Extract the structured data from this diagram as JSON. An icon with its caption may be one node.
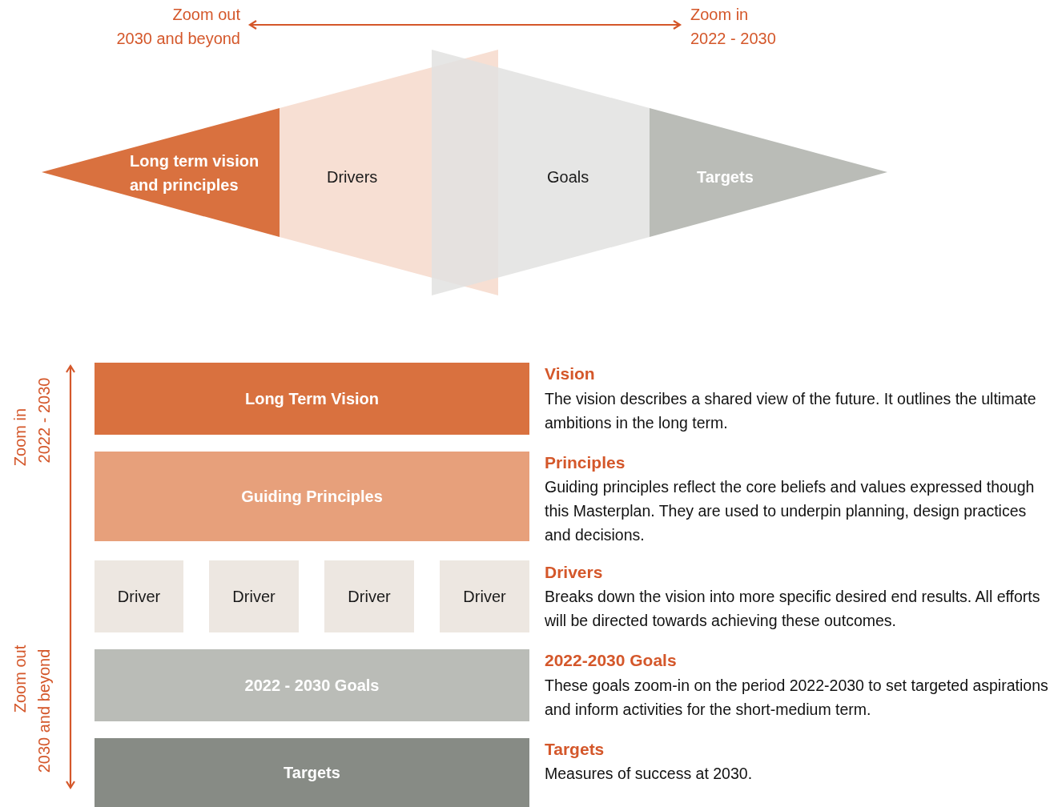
{
  "diagram": {
    "nodes": [
      {
        "text": [
          "Long term vision and principles"
        ]
      },
      {
        "text": [
          "Drivers"
        ]
      },
      {
        "text": [
          "Goals"
        ]
      },
      {
        "text": [
          "Targets"
        ]
      },
      {
        "text": [
          "Long Term Vision"
        ]
      },
      {
        "text": [
          "Guiding Principles"
        ]
      },
      {
        "text": [
          "Driver"
        ]
      },
      {
        "text": [
          "Driver"
        ]
      },
      {
        "text": [
          "Driver"
        ]
      },
      {
        "text": [
          "Driver"
        ]
      },
      {
        "text": [
          "2022 - 2030 Goals"
        ]
      },
      {
        "text": [
          "Targets"
        ]
      }
    ],
    "labels": [
      "Zoom out",
      "2030 and beyond",
      "Zoom in",
      "2022 - 2030",
      "Zoom in",
      "2022 - 2030",
      "Zoom out",
      "2030 and beyond",
      "Vision",
      "The vision describes a shared view of the future. It outlines the ultimate ambitions in the long term.",
      "Principles",
      "Guiding principles reflect the core beliefs and values expressed though this Masterplan. They are used to underpin planning, design practices and decisions.",
      "Drivers",
      "Breaks down the vision into more specific desired end results. All efforts will be directed towards achieving these outcomes.",
      "2022-2030 Goals",
      "These goals zoom-in on the period 2022-2030 to set targeted aspirations and inform activities for the short-medium term.",
      "Targets",
      "Measures of success at 2030."
    ]
  }
}
